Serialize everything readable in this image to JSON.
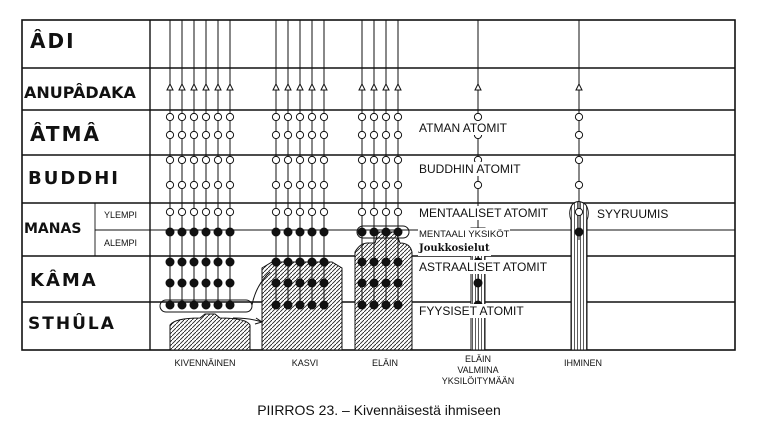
{
  "planes": [
    "ÂDI",
    "ANUPÂDAKA",
    "ÂTMÂ",
    "BUDDHI",
    "MANAS",
    "KÂMA",
    "STHÛLA"
  ],
  "manas_sub": {
    "upper": "YLEMPI",
    "lower": "ALEMPI"
  },
  "atom_labels": {
    "atman": "ATMAN ATOMIT",
    "buddhi": "BUDDHIN ATOMIT",
    "mental": "MENTAALISET ATOMIT",
    "mental_units": "MENTAALI YKSIKÖT",
    "group_souls": "Joukkosielut",
    "astral": "ASTRAALISET ATOMIT",
    "physical": "FYYSISET ATOMIT",
    "causal": "SYYRUUMIS"
  },
  "columns": [
    "KIVENNÄINEN",
    "KASVI",
    "ELÄIN",
    "ELÄIN\nVALMIINA\nYKSILÖITYMÄÄN",
    "IHMINEN"
  ],
  "caption": "PIIRROS 23. – Kivennäisestä ihmiseen"
}
